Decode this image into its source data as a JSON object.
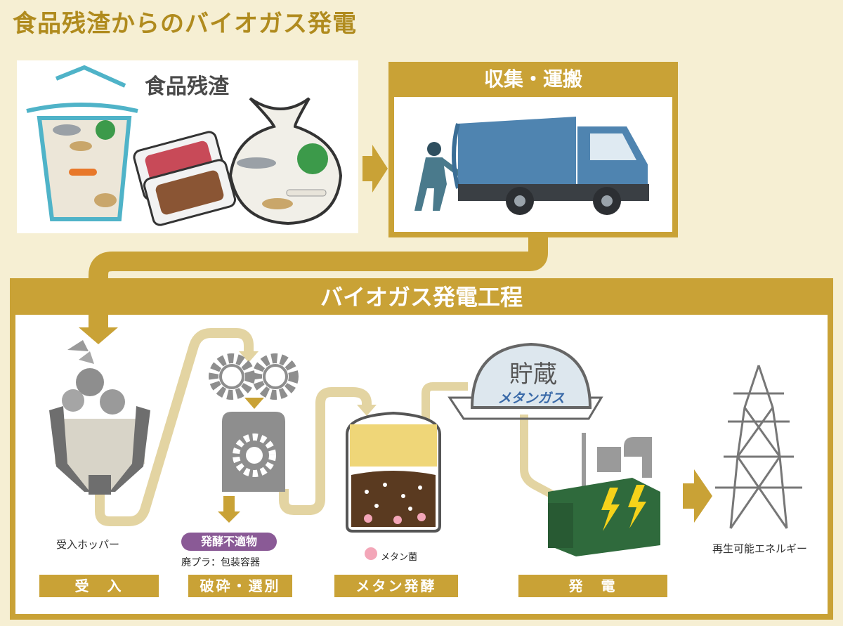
{
  "title": "食品残渣からのバイオガス発電",
  "food_waste": {
    "label": "食品残渣"
  },
  "collection": {
    "header": "収集・運搬"
  },
  "process": {
    "header": "バイオガス発電工程",
    "hopper_label": "受入ホッパー",
    "reject_badge": "発酵不適物",
    "reject_note": "廃プラ：包装容器",
    "microbe_label": "メタン菌",
    "storage_label": "貯蔵",
    "gas_label": "メタンガス",
    "output_label": "再生可能エネルギー",
    "steps": [
      "受　入",
      "破砕・選別",
      "メタン発酵",
      "発　電"
    ]
  },
  "colors": {
    "background": "#f6efd3",
    "gold": "#c9a236",
    "title": "#b08b1e",
    "pipe": "#e3d4a2",
    "badge": "#8a5a96",
    "truck": "#4f84b0",
    "generator": "#2f6a3c"
  },
  "icons": [
    "trash-bin-icon",
    "garbage-bag-icon",
    "garbage-truck-icon",
    "worker-icon",
    "hopper-icon",
    "gear-crusher-icon",
    "fermenter-tank-icon",
    "gas-holder-icon",
    "generator-icon",
    "power-tower-icon",
    "arrow-icon"
  ]
}
